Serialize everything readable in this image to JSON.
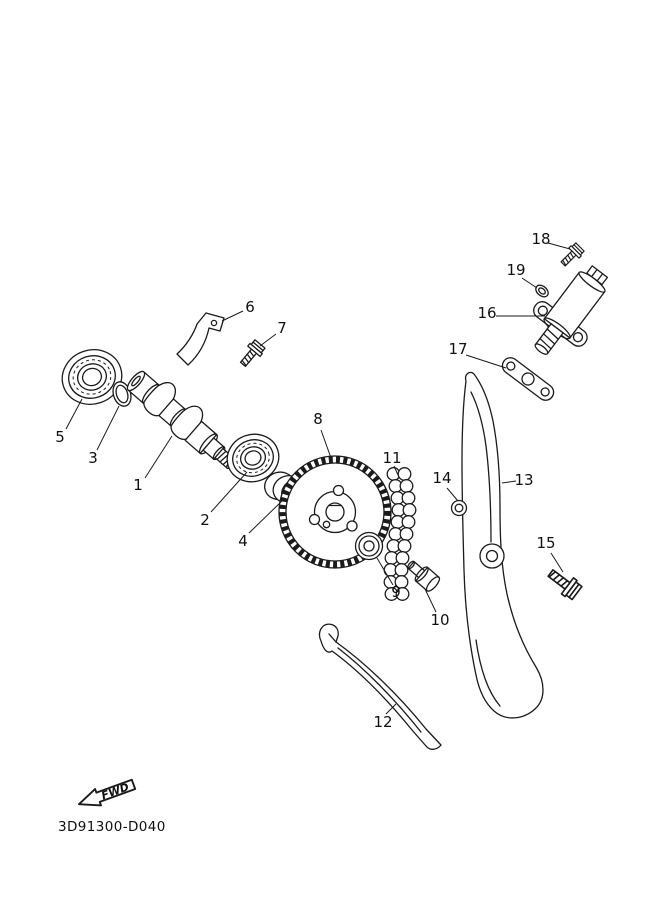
{
  "page": {
    "background_color": "#ffffff",
    "line_color": "#1b1b1b"
  },
  "diagram": {
    "drawing_code": "3D91300-D040",
    "fwd_label": "FWD",
    "callouts": [
      "1",
      "2",
      "3",
      "4",
      "5",
      "6",
      "7",
      "8",
      "9",
      "10",
      "11",
      "12",
      "13",
      "14",
      "15",
      "16",
      "17",
      "18",
      "19"
    ]
  }
}
